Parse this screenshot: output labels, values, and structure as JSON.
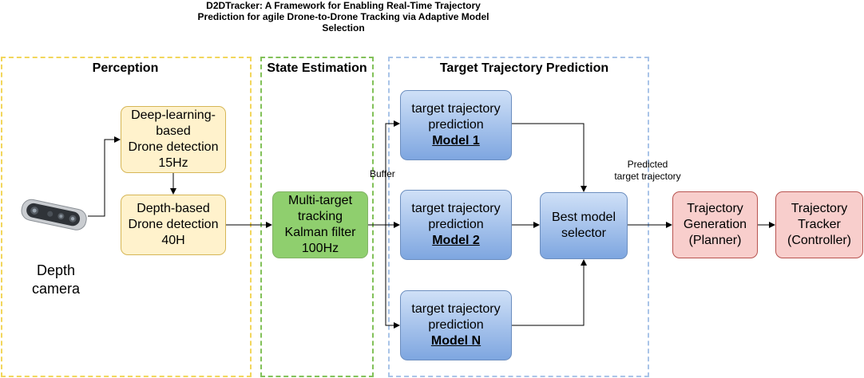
{
  "title": {
    "line1": "D2DTracker: A Framework for Enabling Real-Time Trajectory",
    "line2": "Prediction for agile Drone-to-Drone Tracking via Adaptive Model",
    "line3": "Selection"
  },
  "sections": {
    "perception": "Perception",
    "state_estimation": "State Estimation",
    "prediction": "Target Trajectory Prediction"
  },
  "camera": {
    "line1": "Depth",
    "line2": "camera"
  },
  "nodes": {
    "dl_detection": {
      "line1": "Deep-learning-",
      "line2": "based",
      "line3": "Drone detection",
      "line4": "15Hz"
    },
    "depth_detection": {
      "line1": "Depth-based",
      "line2": "Drone detection",
      "line3": "40H"
    },
    "kalman": {
      "line1": "Multi-target",
      "line2": "tracking",
      "line3": "Kalman filter",
      "line4": "100Hz"
    },
    "model1": {
      "line1": "target trajectory",
      "line2": "prediction",
      "line3": "Model 1"
    },
    "model2": {
      "line1": "target trajectory",
      "line2": "prediction",
      "line3": "Model 2"
    },
    "modelN": {
      "line1": "target trajectory",
      "line2": "prediction",
      "line3": "Model N"
    },
    "selector": {
      "line1": "Best model",
      "line2": "selector"
    },
    "planner": {
      "line1": "Trajectory",
      "line2": "Generation",
      "line3": "(Planner)"
    },
    "controller": {
      "line1": "Trajectory",
      "line2": "Tracker",
      "line3": "(Controller)"
    }
  },
  "edge_labels": {
    "buffer": "Buffer",
    "predicted_line1": "Predicted",
    "predicted_line2": "target trajectory"
  },
  "colors": {
    "perception_border": "#f2d65b",
    "state_border": "#82c159",
    "prediction_border": "#a9c4e8"
  }
}
